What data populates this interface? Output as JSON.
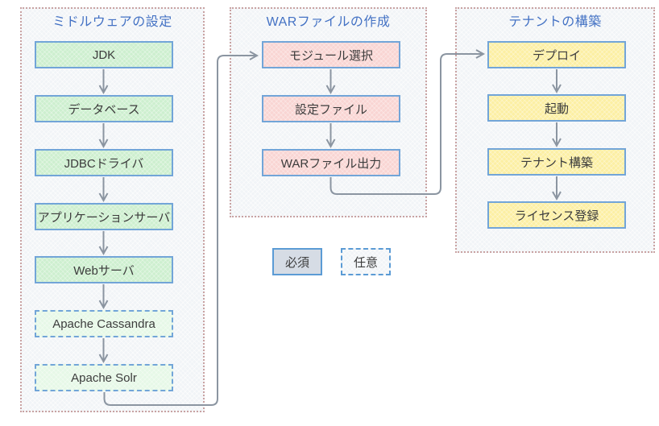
{
  "diagram": {
    "groups": [
      {
        "title": "ミドルウェアの設定",
        "steps": [
          {
            "label": "JDK",
            "type": "required"
          },
          {
            "label": "データベース",
            "type": "required"
          },
          {
            "label": "JDBCドライバ",
            "type": "required"
          },
          {
            "label": "アプリケーションサーバ",
            "type": "required"
          },
          {
            "label": "Webサーバ",
            "type": "required"
          },
          {
            "label": "Apache Cassandra",
            "type": "optional"
          },
          {
            "label": "Apache Solr",
            "type": "optional"
          }
        ]
      },
      {
        "title": "WARファイルの作成",
        "steps": [
          {
            "label": "モジュール選択",
            "type": "required"
          },
          {
            "label": "設定ファイル",
            "type": "required"
          },
          {
            "label": "WARファイル出力",
            "type": "required"
          }
        ]
      },
      {
        "title": "テナントの構築",
        "steps": [
          {
            "label": "デプロイ",
            "type": "required"
          },
          {
            "label": "起動",
            "type": "required"
          },
          {
            "label": "テナント構築",
            "type": "required"
          },
          {
            "label": "ライセンス登録",
            "type": "required"
          }
        ]
      }
    ],
    "edges": [
      {
        "from": "JDK",
        "to": "データベース"
      },
      {
        "from": "データベース",
        "to": "JDBCドライバ"
      },
      {
        "from": "JDBCドライバ",
        "to": "アプリケーションサーバ"
      },
      {
        "from": "アプリケーションサーバ",
        "to": "Webサーバ"
      },
      {
        "from": "Webサーバ",
        "to": "Apache Cassandra"
      },
      {
        "from": "Apache Cassandra",
        "to": "Apache Solr"
      },
      {
        "from": "Apache Solr",
        "to": "モジュール選択"
      },
      {
        "from": "モジュール選択",
        "to": "設定ファイル"
      },
      {
        "from": "設定ファイル",
        "to": "WARファイル出力"
      },
      {
        "from": "WARファイル出力",
        "to": "デプロイ"
      },
      {
        "from": "デプロイ",
        "to": "起動"
      },
      {
        "from": "起動",
        "to": "テナント構築"
      },
      {
        "from": "テナント構築",
        "to": "ライセンス登録"
      }
    ],
    "legend": {
      "required": "必須",
      "optional": "任意"
    },
    "colors": {
      "middleware_fill": "#cdefcf",
      "middleware_optional_fill": "#e6f8e7",
      "war_fill": "#f9d5d3",
      "tenant_fill": "#fcefa3",
      "box_border": "#72a5d8",
      "legend_border": "#5b9bd5",
      "legend_required_fill": "#d6dce5",
      "group_border": "#c9a2a2",
      "group_fill": "#f1f4f7",
      "title_text": "#4472c4",
      "label_text": "#3c3c3c",
      "arrow": "#8b95a1"
    }
  }
}
